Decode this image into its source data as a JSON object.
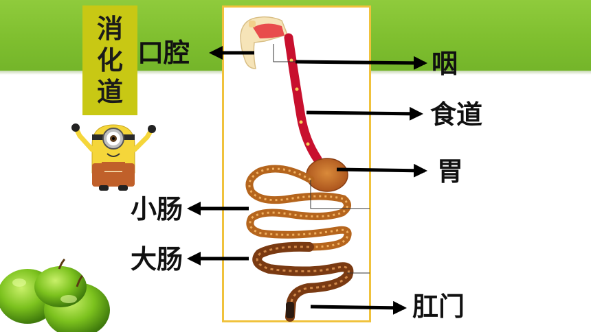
{
  "title_chars": [
    "消",
    "化",
    "道"
  ],
  "labels": {
    "mouth": "口腔",
    "pharynx": "咽",
    "esophagus": "食道",
    "stomach": "胃",
    "small_intestine": "小肠",
    "large_intestine": "大肠",
    "anus": "肛门"
  },
  "colors": {
    "band": "#7fbf2f",
    "title_box": "#c8c814",
    "frame_border": "#f0c23c",
    "tract_red": "#c8102e",
    "intestine_brown": "#a0521e"
  }
}
